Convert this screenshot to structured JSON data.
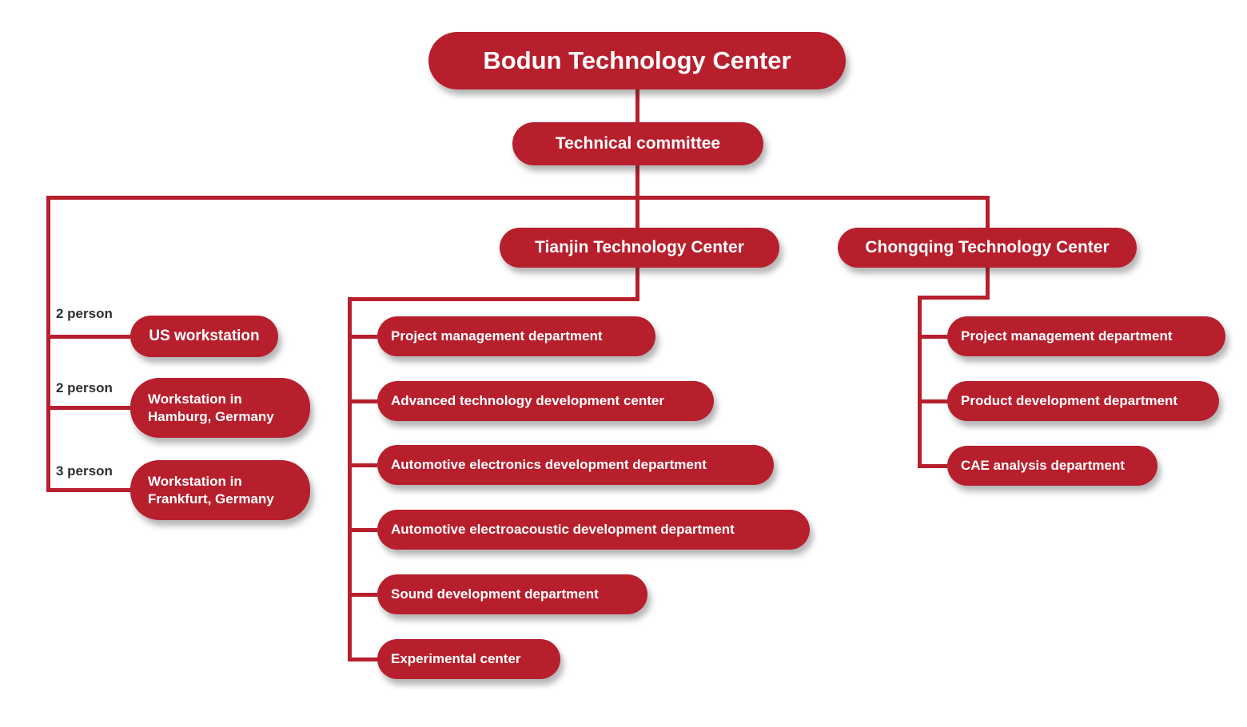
{
  "palette": {
    "box_red": "#b71f2d",
    "line_red": "#b71f2d",
    "box_text": "#ffffff",
    "label_text": "#2f2f2f",
    "background": "#ffffff"
  },
  "org": {
    "root": "Bodun Technology Center",
    "committee": "Technical committee",
    "overseas": {
      "items": [
        {
          "headcount": "2 person",
          "name": "US workstation"
        },
        {
          "headcount": "2 person",
          "name": "Workstation in\nHamburg, Germany"
        },
        {
          "headcount": "3 person",
          "name": "Workstation in\nFrankfurt, Germany"
        }
      ]
    },
    "tianjin": {
      "name": "Tianjin Technology Center",
      "departments": [
        "Project management department",
        "Advanced technology development center",
        "Automotive electronics development department",
        "Automotive electroacoustic development department",
        "Sound development department",
        "Experimental center"
      ]
    },
    "chongqing": {
      "name": "Chongqing Technology Center",
      "departments": [
        "Project management department",
        "Product development department",
        "CAE analysis department"
      ]
    }
  }
}
